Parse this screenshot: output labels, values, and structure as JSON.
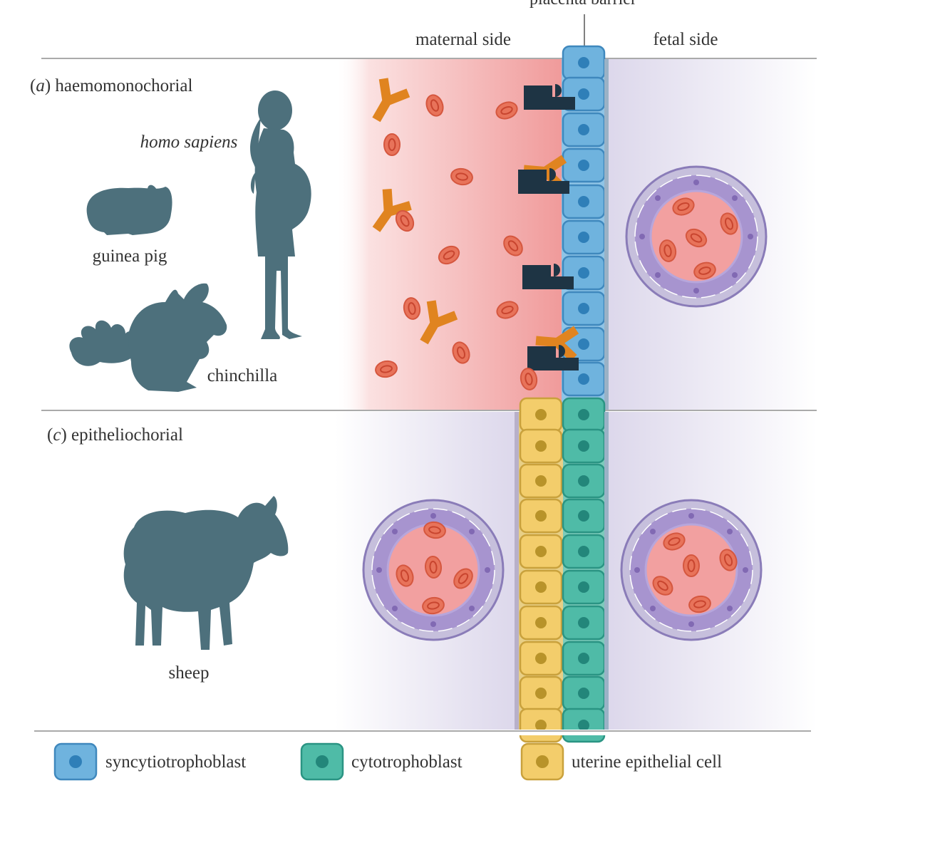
{
  "header": {
    "placenta_barrier": "placenta barrier",
    "maternal_side": "maternal side",
    "fetal_side": "fetal side"
  },
  "panel_a": {
    "letter": "a",
    "title": "haemomonochorial",
    "species": [
      "homo sapiens",
      "guinea pig",
      "chinchilla"
    ]
  },
  "panel_c": {
    "letter": "c",
    "title": "epitheliochorial",
    "species": [
      "sheep"
    ]
  },
  "legend": [
    {
      "label": "syncytiotrophoblast",
      "color": "#6fb3de",
      "nucleus": "#2f7fb8"
    },
    {
      "label": "cytotrophoblast",
      "color": "#4fbba7",
      "nucleus": "#23867a"
    },
    {
      "label": "uterine epithelial cell",
      "color": "#f3cd6b",
      "nucleus": "#b8932a"
    }
  ],
  "colors": {
    "silhouette": "#4d707c",
    "rbc": "#e8735a",
    "antibody": "#e08420",
    "receptor": "#1e3444",
    "maternal_blood": "#f3a8a8",
    "fetal_tissue": "#e2deee",
    "vessel_ring": "#a794cf"
  }
}
